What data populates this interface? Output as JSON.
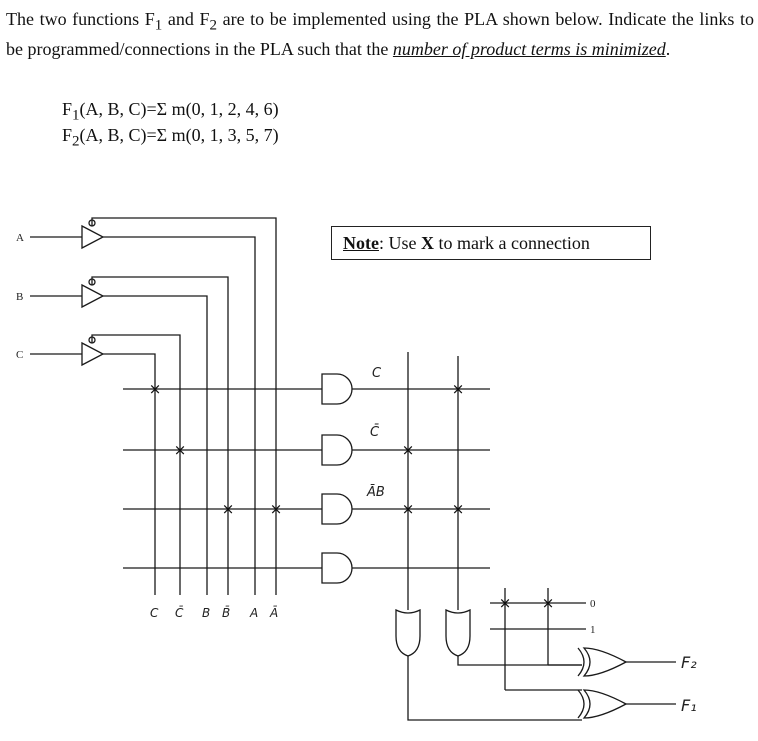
{
  "problem": {
    "text_before": "The two functions F",
    "sub1": "1",
    "text_and": " and F",
    "sub2": "2",
    "text_after": " are to be implemented using the PLA shown below. Indicate the links to be programmed/connections in the PLA such that the ",
    "emphasis": "number of product terms is minimized",
    "end": "."
  },
  "equations": [
    {
      "name": "F",
      "sub": "1",
      "expr": "(A, B, C)=Σ m(0, 1, 2, 4, 6)"
    },
    {
      "name": "F",
      "sub": "2",
      "expr": "(A, B, C)=Σ m(0, 1, 3, 5, 7)"
    }
  ],
  "note": {
    "label": "Note",
    "text_pre": ": Use ",
    "mark": "X",
    "text_post": " to mark a connection"
  },
  "inputs": [
    "A",
    "B",
    "C"
  ],
  "column_labels": [
    "C",
    "C̄",
    "B",
    "B̄",
    "A",
    "Ā"
  ],
  "product_labels": [
    "C",
    "C̄",
    "ĀB",
    ""
  ],
  "or_constants": [
    "0",
    "1"
  ],
  "outputs": [
    "F₂",
    "F₁"
  ],
  "connection_mark": "×"
}
